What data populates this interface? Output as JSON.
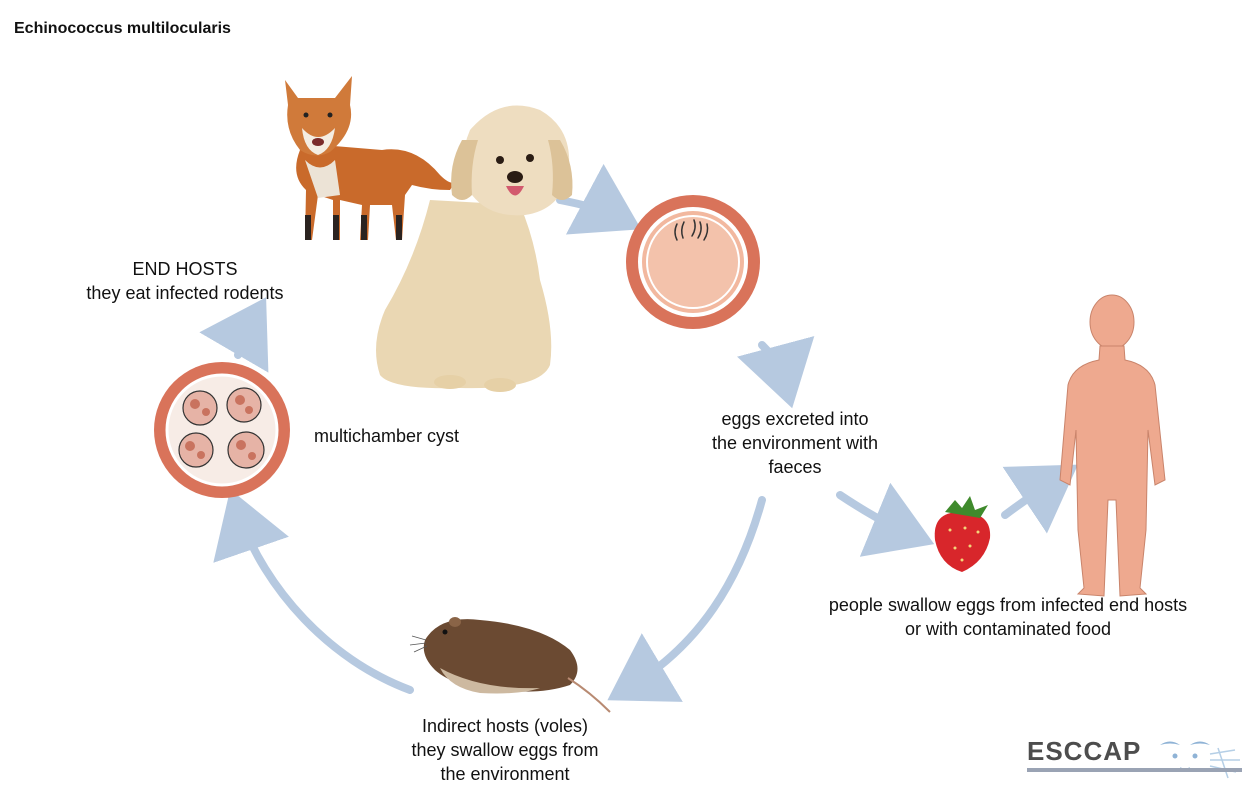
{
  "title": "Echinococcus multilocularis",
  "labels": {
    "end_hosts_line1": "END HOSTS",
    "end_hosts_line2": "they eat infected rodents",
    "cyst": "multichamber cyst",
    "eggs_line1": "eggs excreted into",
    "eggs_line2": "the environment with",
    "eggs_line3": "faeces",
    "people_line1": "people swallow eggs from infected end hosts",
    "people_line2": "or with contaminated food",
    "indirect_line1": "Indirect hosts (voles)",
    "indirect_line2": "they swallow eggs from",
    "indirect_line3": "the environment"
  },
  "logo": {
    "text": "ESCCAP"
  },
  "icons": {
    "fox": "fox-icon",
    "dog": "dog-icon",
    "egg": "egg-icon",
    "cyst": "multichamber-cyst-icon",
    "vole": "vole-icon",
    "strawberry": "strawberry-icon",
    "human": "human-silhouette-icon"
  },
  "colors": {
    "arrow": "#b6c9e0",
    "ring": "#d9735a",
    "ring_inner": "#f2b89f",
    "human": "#eea98f",
    "strawberry": "#d8262b",
    "fox": "#c96a2b",
    "dog": "#ead7b3",
    "vole": "#6b4a32",
    "logo": "#4d4d4d"
  }
}
